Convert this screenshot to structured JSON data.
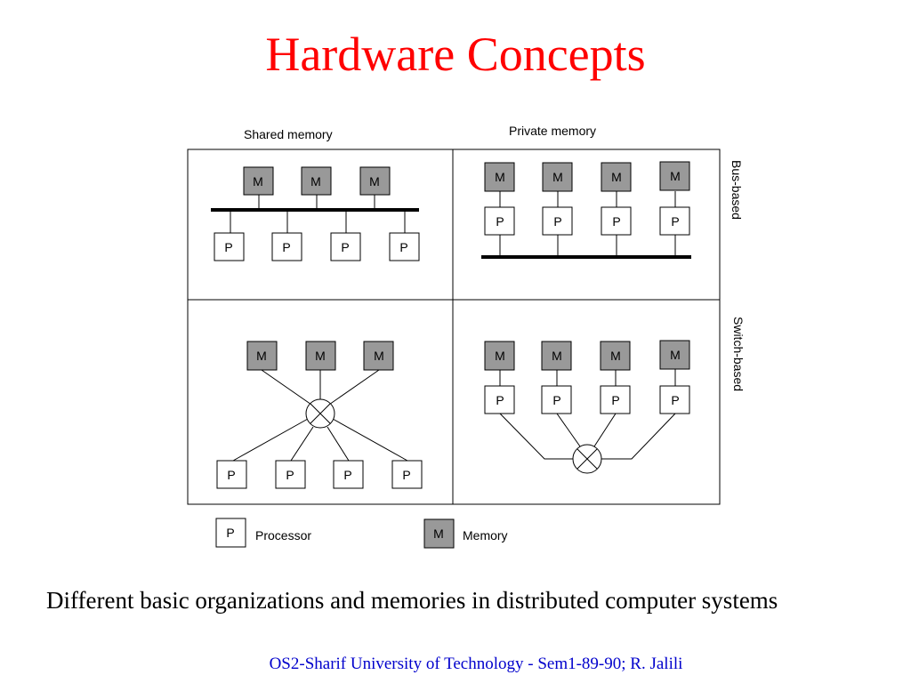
{
  "title": "Hardware Concepts",
  "diagram": {
    "column_labels": [
      "Shared memory",
      "Private memory"
    ],
    "row_labels": [
      "Bus-based",
      "Switch-based"
    ],
    "memory_label": "M",
    "processor_label": "P",
    "legend": {
      "processor_text": "Processor",
      "memory_text": "Memory"
    }
  },
  "caption": "Different basic organizations and memories in distributed computer systems",
  "footer": "OS2-Sharif University of Technology -  Sem1-89-90; R. Jalili"
}
